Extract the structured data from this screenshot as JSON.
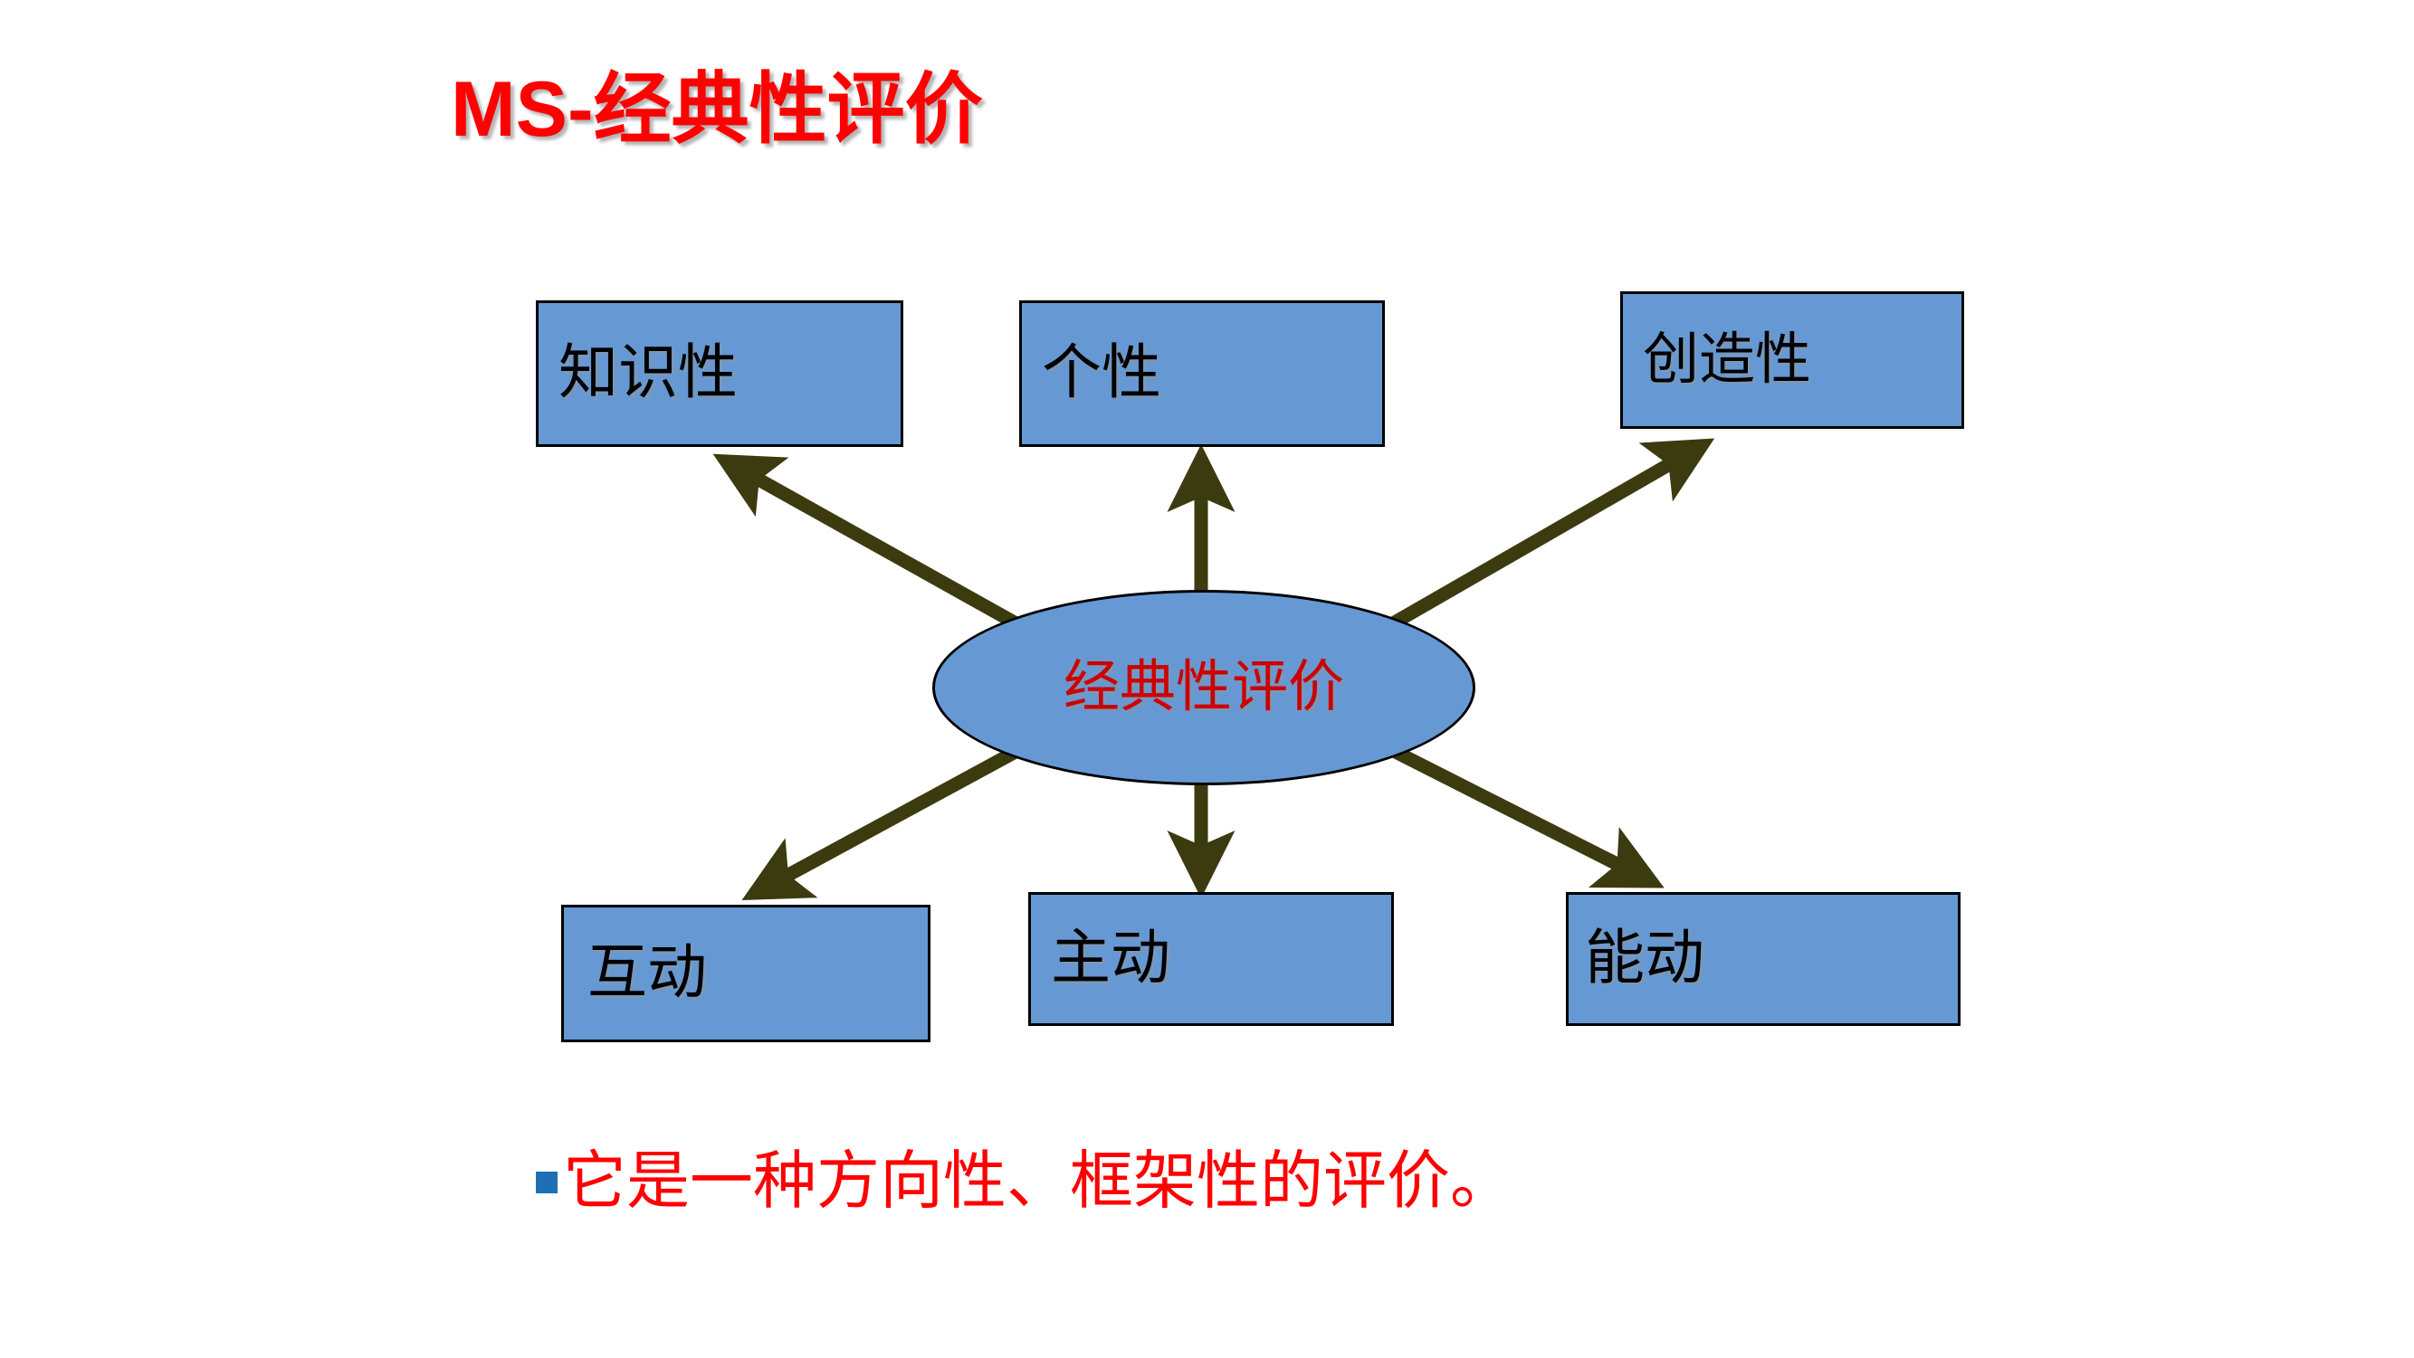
{
  "slide": {
    "title": "MS-经典性评价",
    "background_color": "#FFFFFF",
    "title_color": "#FF0000"
  },
  "diagram": {
    "center": {
      "label": "经典性评价",
      "shape": "ellipse",
      "fill_color": "#6699D4",
      "border_color": "#000000",
      "text_color": "#CC0000"
    },
    "node_fill_color": "#6699D4",
    "node_border_color": "#000000",
    "node_text_color": "#000000",
    "arrow_color": "#3B3B0F",
    "nodes": [
      {
        "id": "zhishixing",
        "label": "知识性",
        "position": "top-left"
      },
      {
        "id": "gexing",
        "label": "个性",
        "position": "top-center"
      },
      {
        "id": "chuangzao",
        "label": "创造性",
        "position": "top-right"
      },
      {
        "id": "hudong",
        "label": "互动",
        "position": "bottom-left"
      },
      {
        "id": "zhudong",
        "label": "主动",
        "position": "bottom-center"
      },
      {
        "id": "nengdong",
        "label": "能动",
        "position": "bottom-right"
      }
    ]
  },
  "bullet": {
    "marker_color": "#1F6FB5",
    "text": "它是一种方向性、框架性的评价。",
    "text_color": "#FF0000"
  }
}
